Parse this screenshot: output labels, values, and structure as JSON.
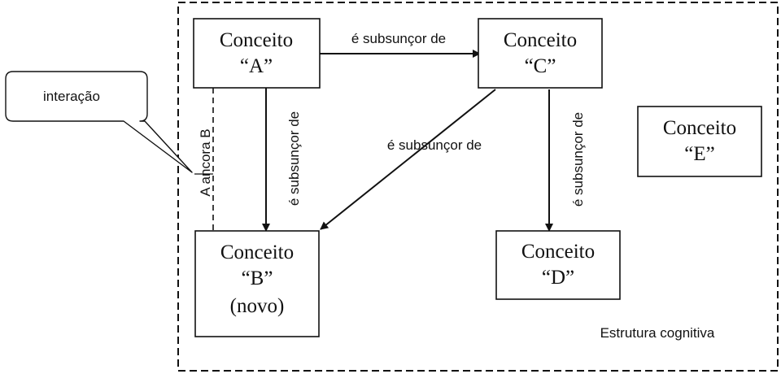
{
  "concepts": {
    "a": {
      "line1": "Conceito",
      "line2": "“A”"
    },
    "b": {
      "line1": "Conceito",
      "line2": "“B”",
      "line3": "(novo)"
    },
    "c": {
      "line1": "Conceito",
      "line2": "“C”"
    },
    "d": {
      "line1": "Conceito",
      "line2": "“D”"
    },
    "e": {
      "line1": "Conceito",
      "line2": "“E”"
    }
  },
  "relations": {
    "a_to_c": "é subsunçor de",
    "a_to_b": "é subsunçor de",
    "c_to_b": "é subsunçor de",
    "c_to_d": "é subsunçor de",
    "a_anchors_b": "A ancora B"
  },
  "callout": {
    "text": "interação"
  },
  "region": {
    "label": "Estrutura cognitiva"
  }
}
